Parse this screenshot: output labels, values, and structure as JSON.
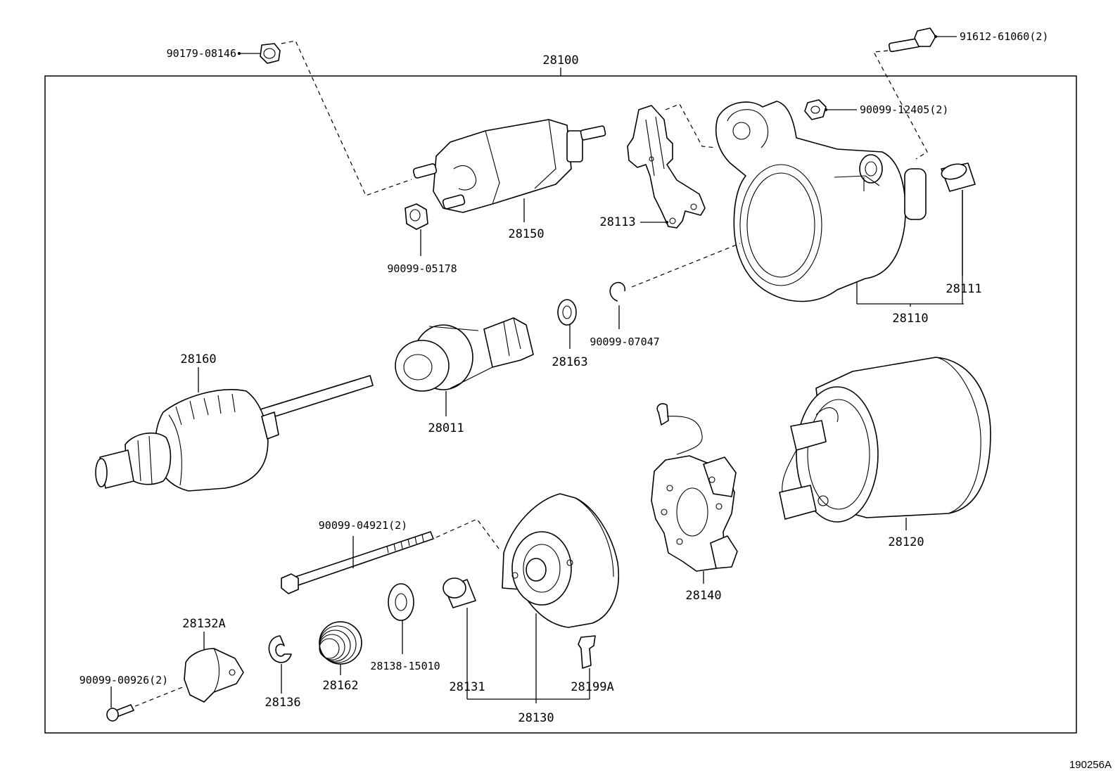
{
  "diagram": {
    "assembly_label": "28100",
    "reference_code": "190256A",
    "parts": {
      "p90179": "90179-08146",
      "p91612": "91612-61060(2)",
      "p90099_12405": "90099-12405(2)",
      "p28150": "28150",
      "p28113": "28113",
      "p90099_05178": "90099-05178",
      "p28111": "28111",
      "p28110": "28110",
      "p90099_07047": "90099-07047",
      "p28163": "28163",
      "p28160": "28160",
      "p28011": "28011",
      "p90099_04921": "90099-04921(2)",
      "p28140": "28140",
      "p28120": "28120",
      "p28132A": "28132A",
      "p90099_00926": "90099-00926(2)",
      "p28136": "28136",
      "p28162": "28162",
      "p28138": "28138-15010",
      "p28131": "28131",
      "p28199A": "28199A",
      "p28130": "28130"
    }
  }
}
